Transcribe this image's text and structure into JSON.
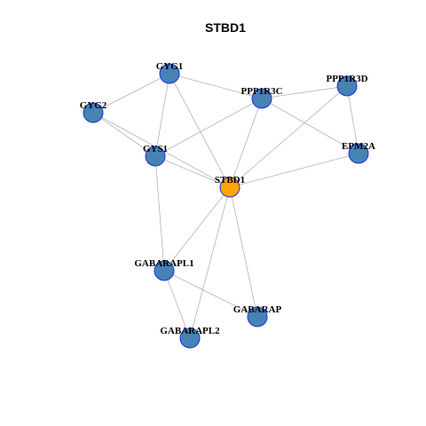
{
  "title": "STBD1",
  "colors": {
    "center_fill": "#FFA500",
    "node_fill": "#4682B4",
    "node_stroke": "#1F2FE0",
    "edge": "#B3B3B3"
  },
  "nodes": [
    {
      "id": "STBD1",
      "label": "STBD1",
      "center": true
    },
    {
      "id": "GYG1",
      "label": "GYG1"
    },
    {
      "id": "GYG2",
      "label": "GYG2"
    },
    {
      "id": "GYS1",
      "label": "GYS1"
    },
    {
      "id": "PPP1R3C",
      "label": "PPP1R3C"
    },
    {
      "id": "PPP1R3D",
      "label": "PPP1R3D"
    },
    {
      "id": "EPM2A",
      "label": "EPM2A"
    },
    {
      "id": "GABARAPL1",
      "label": "GABARAPL1"
    },
    {
      "id": "GABARAP",
      "label": "GABARAP"
    },
    {
      "id": "GABARAPL2",
      "label": "GABARAPL2"
    }
  ],
  "edges": [
    [
      "GYG1",
      "GYG2"
    ],
    [
      "GYG1",
      "GYS1"
    ],
    [
      "GYG1",
      "STBD1"
    ],
    [
      "GYG1",
      "PPP1R3C"
    ],
    [
      "GYG2",
      "GYS1"
    ],
    [
      "GYG2",
      "STBD1"
    ],
    [
      "GYS1",
      "STBD1"
    ],
    [
      "GYS1",
      "PPP1R3C"
    ],
    [
      "GYS1",
      "GABARAPL1"
    ],
    [
      "PPP1R3C",
      "PPP1R3D"
    ],
    [
      "PPP1R3C",
      "EPM2A"
    ],
    [
      "PPP1R3C",
      "STBD1"
    ],
    [
      "PPP1R3D",
      "EPM2A"
    ],
    [
      "PPP1R3D",
      "STBD1"
    ],
    [
      "EPM2A",
      "STBD1"
    ],
    [
      "STBD1",
      "GABARAPL1"
    ],
    [
      "STBD1",
      "GABARAP"
    ],
    [
      "STBD1",
      "GABARAPL2"
    ],
    [
      "GABARAPL1",
      "GABARAP"
    ],
    [
      "GABARAPL1",
      "GABARAPL2"
    ]
  ]
}
